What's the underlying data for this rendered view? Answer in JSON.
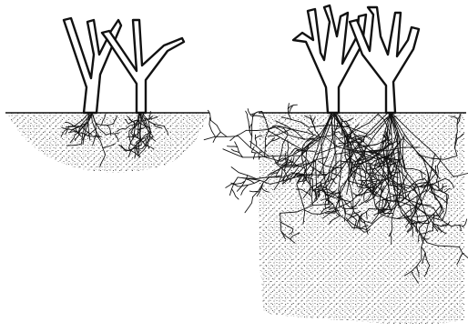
{
  "illustration": {
    "panels": [
      {
        "id": "shallow-soil",
        "plants": 2,
        "root_system": "short"
      },
      {
        "id": "deep-soil",
        "plants": 2,
        "root_system": "long"
      }
    ],
    "colors": {
      "ink": "#111111",
      "paper": "#ffffff"
    }
  }
}
